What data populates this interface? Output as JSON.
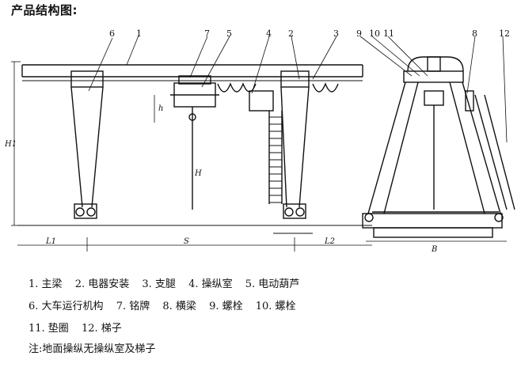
{
  "title": "产品结构图:",
  "part_numbers": [
    "1",
    "2",
    "3",
    "4",
    "5",
    "6",
    "7",
    "8",
    "9",
    "10",
    "11",
    "12"
  ],
  "dimensions": {
    "height": "H1",
    "height2": "H",
    "span": "S",
    "left_cant": "L1",
    "right_cant": "L2",
    "base": "B",
    "lift": "h"
  },
  "legend": {
    "row1": [
      "1. 主梁",
      "2. 电器安装",
      "3. 支腿",
      "4. 操纵室",
      "5. 电动葫芦"
    ],
    "row2": [
      "6. 大车运行机构",
      "7. 铭牌",
      "8. 横梁",
      "9. 螺栓",
      "10. 螺栓"
    ],
    "row3": [
      "11. 垫圈",
      "12. 梯子"
    ]
  },
  "note": "注:地面操纵无操纵室及梯子"
}
